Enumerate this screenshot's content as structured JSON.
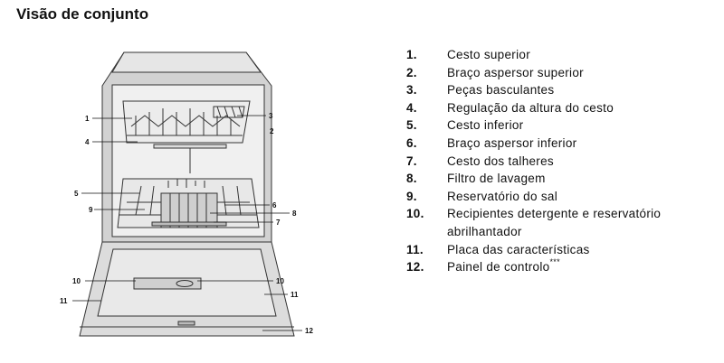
{
  "title": "Visão de conjunto",
  "callouts": [
    "1",
    "2",
    "3",
    "4",
    "5",
    "6",
    "7",
    "8",
    "9",
    "10",
    "11",
    "12"
  ],
  "legend": [
    {
      "num": "1.",
      "text": "Cesto superior"
    },
    {
      "num": "2.",
      "text": "Braço aspersor superior"
    },
    {
      "num": "3.",
      "text": "Peças basculantes"
    },
    {
      "num": "4.",
      "text": "Regulação da altura do cesto"
    },
    {
      "num": "5.",
      "text": "Cesto inferior"
    },
    {
      "num": "6.",
      "text": "Braço aspersor inferior"
    },
    {
      "num": "7.",
      "text": "Cesto dos talheres"
    },
    {
      "num": "8.",
      "text": "Filtro de lavagem"
    },
    {
      "num": "9.",
      "text": "Reservatório do sal"
    },
    {
      "num": "10.",
      "text": "Recipientes detergente e reservatório abrilhantador"
    },
    {
      "num": "11.",
      "text": "Placa das características"
    },
    {
      "num": "12.",
      "text": "Painel de controlo",
      "sup": "***"
    }
  ]
}
